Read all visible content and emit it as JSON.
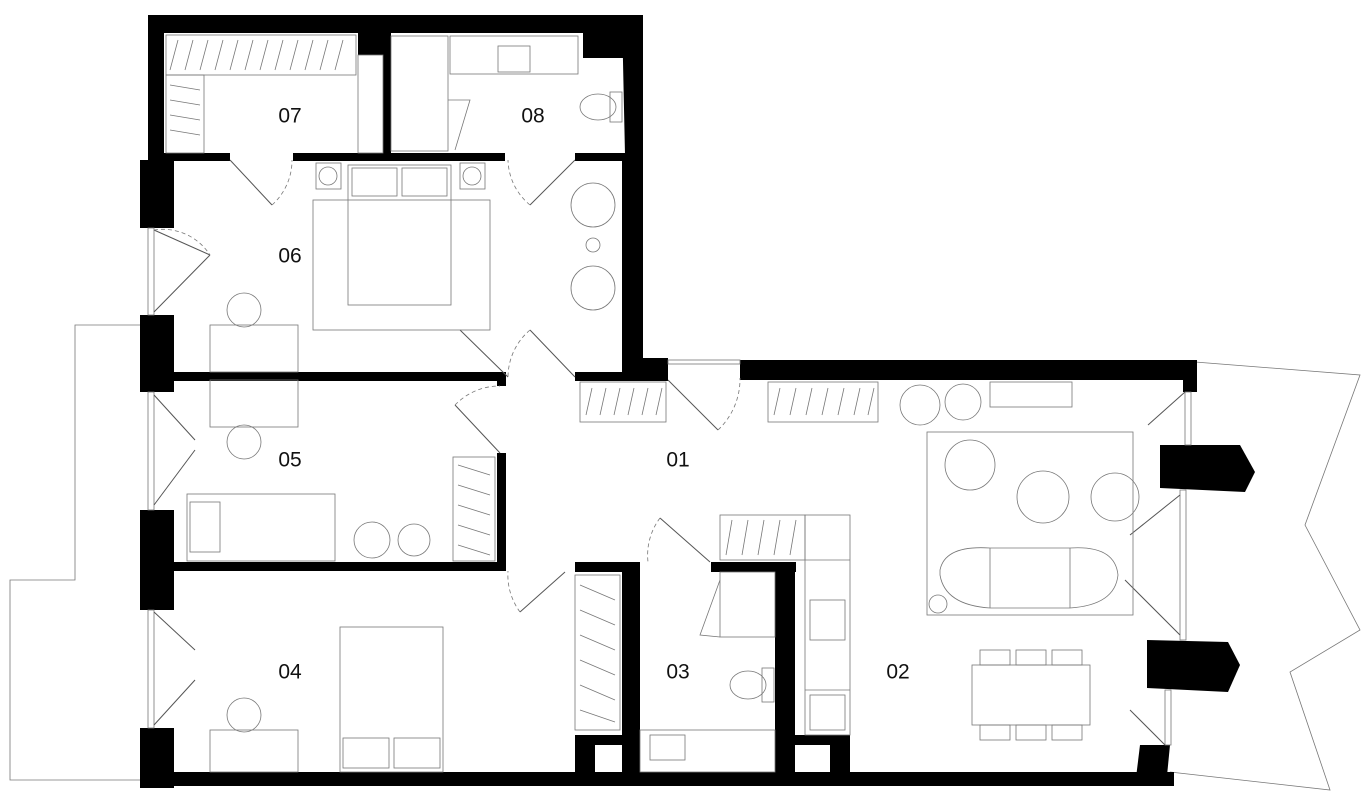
{
  "plan": {
    "rooms": [
      {
        "id": "room-01",
        "label": "01"
      },
      {
        "id": "room-02",
        "label": "02"
      },
      {
        "id": "room-03",
        "label": "03"
      },
      {
        "id": "room-04",
        "label": "04"
      },
      {
        "id": "room-05",
        "label": "05"
      },
      {
        "id": "room-06",
        "label": "06"
      },
      {
        "id": "room-07",
        "label": "07"
      },
      {
        "id": "room-08",
        "label": "08"
      }
    ]
  }
}
